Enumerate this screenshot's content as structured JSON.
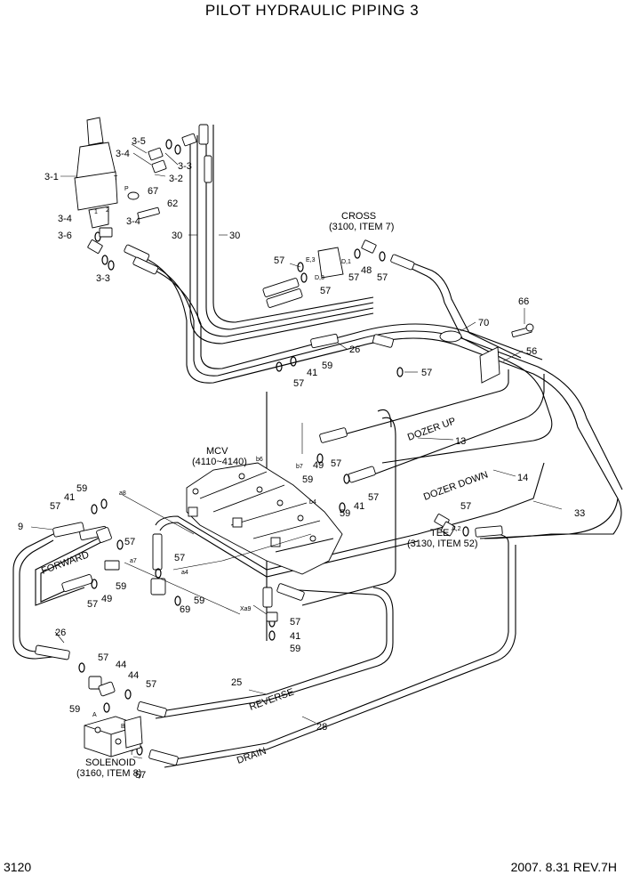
{
  "title": "PILOT HYDRAULIC PIPING 3",
  "footer": {
    "page": "3120",
    "revision": "2007. 8.31 REV.7H"
  },
  "callouts": {
    "c3_5": "3-5",
    "c3_4a": "3-4",
    "c3_3a": "3-3",
    "c3_1": "3-1",
    "c3_2": "3-2",
    "c67": "67",
    "c62": "62",
    "c3_4b": "3-4",
    "c3_4c": "3-4",
    "c3_6": "3-6",
    "c3_3b": "3-3",
    "c30a": "30",
    "c30b": "30",
    "cross": "CROSS",
    "cross_ref": "(3100, ITEM 7)",
    "c57a": "57",
    "c57b": "57",
    "c48": "48",
    "c57c": "57",
    "c57d": "57",
    "c66": "66",
    "c70": "70",
    "c56": "56",
    "c26a": "26",
    "c59a": "59",
    "c41a": "41",
    "c57e": "57",
    "c57f": "57",
    "mcv": "MCV",
    "mcv_ref": "(4110~4140)",
    "dozer_up": "DOZER UP",
    "c13": "13",
    "c57g": "57",
    "c49a": "49",
    "c59b": "59",
    "c14": "14",
    "dozer_down": "DOZER DOWN",
    "c57h": "57",
    "c41b": "41",
    "c59c": "59",
    "c59d": "59",
    "c41c": "41",
    "c57i": "57",
    "c9": "9",
    "c57j": "57",
    "c57k": "57",
    "forward": "FORWARD",
    "c59e": "59",
    "c49b": "49",
    "c57l": "57",
    "c69": "69",
    "c59f": "59",
    "c57m": "57",
    "tee": "TEE",
    "tee_ref": "(3130, ITEM 52)",
    "c33": "33",
    "c57n": "57",
    "c41d": "41",
    "c59g": "59",
    "c26b": "26",
    "c57o": "57",
    "c44a": "44",
    "c44b": "44",
    "c57p": "57",
    "c59h": "59",
    "c25": "25",
    "reverse": "REVERSE",
    "c28": "28",
    "drain": "DRAIN",
    "solenoid": "SOLENOID",
    "solenoid_ref": "(3160, ITEM 8)",
    "c57q": "57"
  },
  "port_labels": {
    "e3": "E,3",
    "d1": "D,1",
    "d3": "D,3",
    "b6": "b6",
    "b7": "b7",
    "b4": "b4",
    "a8": "a8",
    "a7": "a7",
    "a4": "a4",
    "xa9": "Xa9",
    "a2": "A,2",
    "sol_a": "A",
    "sol_b": "B",
    "sol_t": "T",
    "jt": "T",
    "jp": "P",
    "j1": "1",
    "j2": "2"
  }
}
